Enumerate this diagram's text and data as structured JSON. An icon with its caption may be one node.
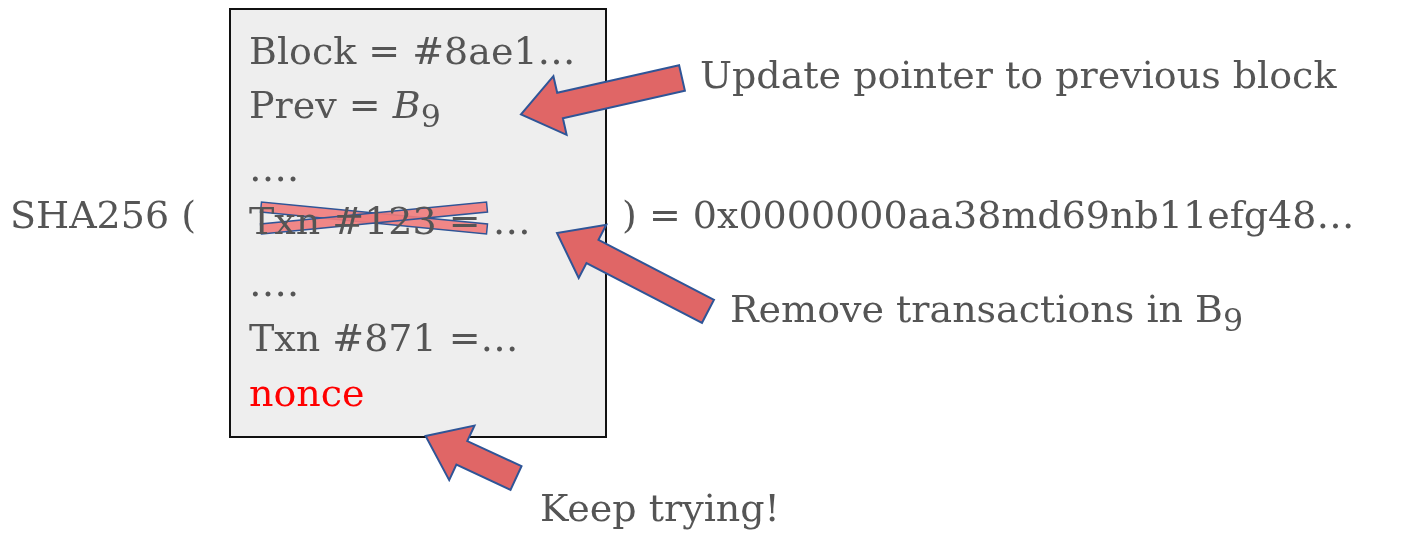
{
  "diagram": {
    "nodes": [
      {
        "text": [],
        "shape": "box"
      },
      {
        "text": [
          "Block = #8ae1…"
        ],
        "in": 0
      },
      {
        "text": [
          "Prev = *B*$_{9}$"
        ],
        "in": 0
      },
      {
        "text": [
          "…."
        ],
        "in": 0
      },
      {
        "text": [
          "Txn #123 = …"
        ],
        "in": 0
      },
      {
        "text": [
          "…."
        ],
        "in": 0
      },
      {
        "text": [
          "Txn #871 =…"
        ],
        "in": 0
      },
      {
        "text": [
          "nonce"
        ],
        "in": 0
      },
      {
        "text": [
          "Update pointer to previous block"
        ]
      },
      {
        "text": [
          "Remove transactions in B$_{9}$"
        ]
      },
      {
        "text": [
          "Keep trying!"
        ]
      }
    ],
    "edges": [
      {
        "from": 8,
        "to": 2,
        "arrow": "to"
      },
      {
        "from": 9,
        "to": 4,
        "arrow": "to"
      },
      {
        "from": 10,
        "to": 0,
        "arrow": "to"
      }
    ],
    "labels": [
      "SHA256 (",
      ") =  0x0000000aa38md69nb11efg48…"
    ]
  }
}
